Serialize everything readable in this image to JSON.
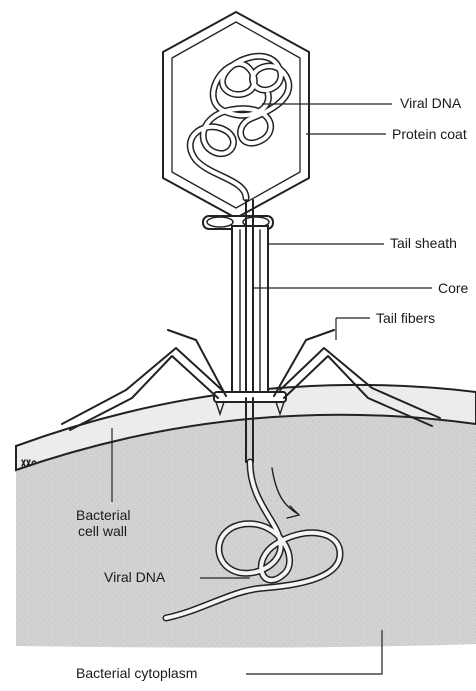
{
  "labels": {
    "viral_dna_top": "Viral DNA",
    "protein_coat": "Protein coat",
    "tail_sheath": "Tail sheath",
    "core": "Core",
    "tail_fibers": "Tail fibers",
    "bacterial_cell_wall_line1": "Bacterial",
    "bacterial_cell_wall_line2": "cell wall",
    "viral_dna_bottom": "Viral DNA",
    "bacterial_cytoplasm": "Bacterial cytoplasm"
  },
  "signature": "kx",
  "colors": {
    "cytoplasm": "#d2d2d2",
    "cell_wall": "#ececec",
    "line": "#222222",
    "background": "#ffffff"
  }
}
